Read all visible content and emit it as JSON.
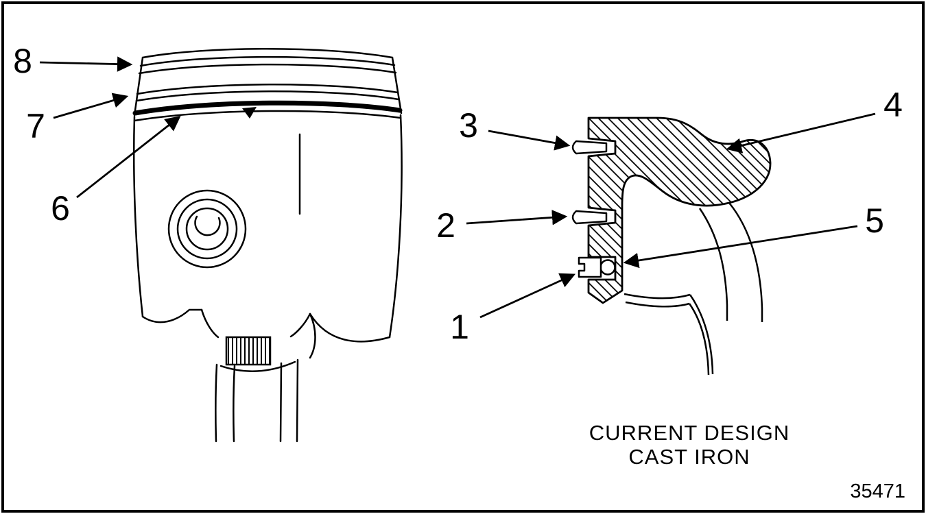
{
  "diagram": {
    "callouts": {
      "c1": "1",
      "c2": "2",
      "c3": "3",
      "c4": "4",
      "c5": "5",
      "c6": "6",
      "c7": "7",
      "c8": "8"
    },
    "caption": {
      "line1": "CURRENT DESIGN",
      "line2": "CAST IRON"
    },
    "figure_number": "35471",
    "colors": {
      "ink": "#000000",
      "background": "#ffffff"
    }
  }
}
